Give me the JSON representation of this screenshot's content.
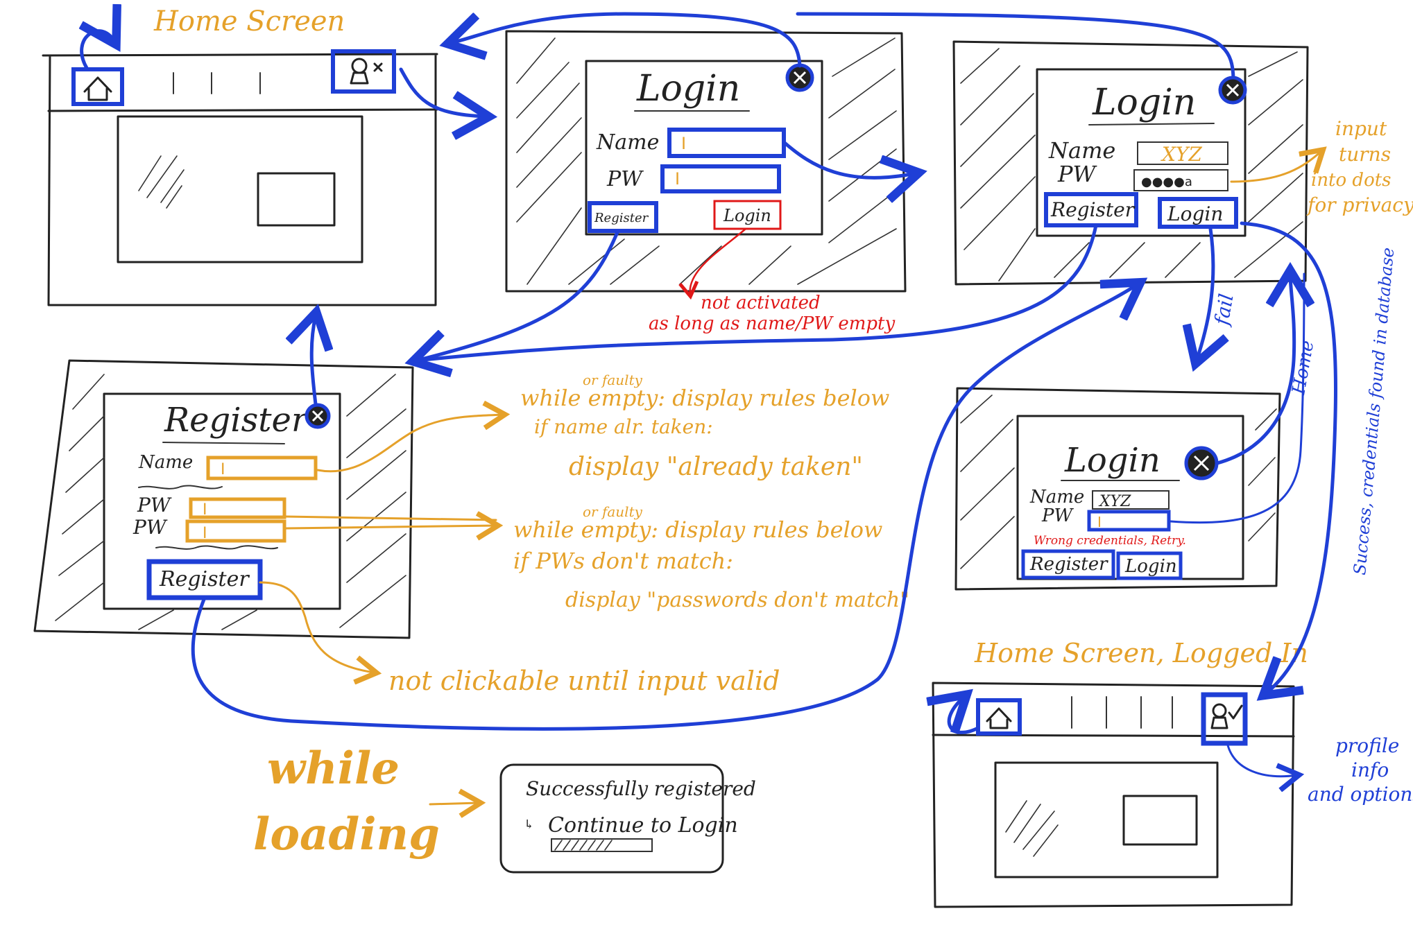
{
  "colors": {
    "ink": "#222222",
    "blue": "#1f3fd6",
    "orange": "#e5a12a",
    "red": "#e01818"
  },
  "home": {
    "title": "Home Screen",
    "home_icon": "home-icon",
    "profile_icon": "profile-logged-out-icon"
  },
  "login1": {
    "title": "Login",
    "name_label": "Name",
    "pw_label": "PW",
    "cursor": "I",
    "register_label": "Register",
    "login_label": "Login"
  },
  "login1_note": {
    "line1": "not activated",
    "line2": "as long as name/PW empty"
  },
  "login2": {
    "title": "Login",
    "name_label": "Name",
    "pw_label": "PW",
    "name_value": "XYZ",
    "pw_value": "●●●●a",
    "register_label": "Register",
    "login_label": "Login"
  },
  "login2_note": {
    "line1": "input",
    "line2": "turns",
    "line3": "into dots",
    "line4": "for privacy"
  },
  "register": {
    "title": "Register",
    "name_label": "Name",
    "pw_label": "PW",
    "pw_label2": "PW",
    "cursor": "I",
    "register_label": "Register"
  },
  "reg_notes": {
    "name_small": "or faulty",
    "name_rule": "while empty: display rules below",
    "name_taken": "if name alr. taken:",
    "name_display": "display  \"already taken\"",
    "pw_small": "or faulty",
    "pw_rule": "while empty: display rules below",
    "pw_match": "if PWs don't match:",
    "pw_display": "display  \"passwords don't match\"",
    "button_note": "not clickable until input valid"
  },
  "loading": {
    "label_line1": "while",
    "label_line2": "loading",
    "msg_line1": "Successfully registered",
    "msg_line2": "Continue to Login"
  },
  "fail_label": "fail",
  "home_label": "Home",
  "success_label": "Success, credentials found in database",
  "login3": {
    "title": "Login",
    "name_label": "Name",
    "pw_label": "PW",
    "name_value": "XYZ",
    "cursor": "I",
    "error": "Wrong credentials, Retry.",
    "register_label": "Register",
    "login_label": "Login"
  },
  "home2": {
    "title": "Home Screen, Logged In",
    "home_icon": "home-icon",
    "profile_icon": "profile-logged-in-icon"
  },
  "profile_note": {
    "line1": "profile",
    "line2": "info",
    "line3": "and options"
  }
}
